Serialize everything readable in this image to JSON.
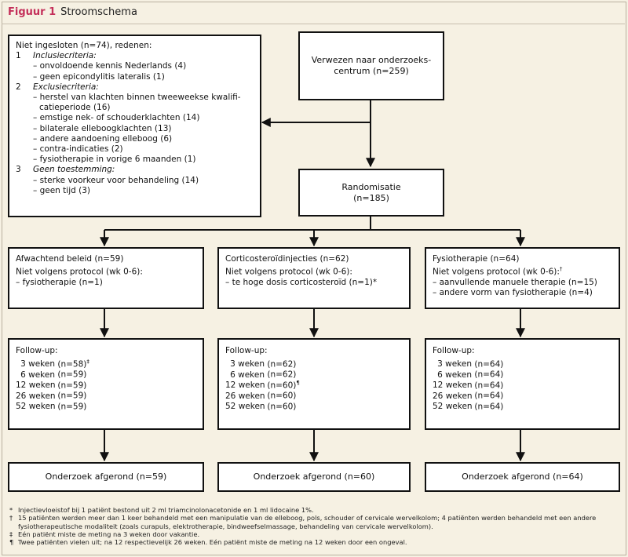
{
  "figure": {
    "label": "Figuur 1",
    "title": "Stroomschema"
  },
  "referral": {
    "text": "Verwezen naar onderzoeks-\ncentrum (n=259)"
  },
  "excluded": {
    "header": "Niet ingesloten (n=74), redenen:",
    "groups": [
      {
        "num": "1",
        "title": "Inclusiecriteria:",
        "items": [
          "– onvoldoende kennis Nederlands (4)",
          "– geen epicondylitis lateralis (1)"
        ]
      },
      {
        "num": "2",
        "title": "Exclusiecriteria:",
        "items": [
          "– herstel van klachten binnen tweeweekse kwalifi-",
          "   catieperiode (16)",
          "– emstige nek- of schouderklachten (14)",
          "– bilaterale elleboogklachten (13)",
          "– andere aandoening elleboog (6)",
          "– contra-indicaties (2)",
          "– fysiotherapie in vorige 6 maanden (1)"
        ]
      },
      {
        "num": "3",
        "title": "Geen toestemming:",
        "items": [
          "– sterke voorkeur voor behandeling (14)",
          "– geen tijd (3)"
        ]
      }
    ]
  },
  "randomisation": {
    "text": "Randomisatie\n(n=185)"
  },
  "arms": [
    {
      "name": "Afwachtend beleid (n=59)",
      "protocol": "Niet volgens protocol (wk 0-6):",
      "protocol_mark": "",
      "items": [
        "– fysiotherapie (n=1)"
      ]
    },
    {
      "name": "Corticosteroïdinjecties (n=62)",
      "protocol": "Niet volgens protocol (wk 0-6):",
      "protocol_mark": "",
      "items": [
        "– te hoge dosis corticosteroïd (n=1)*"
      ]
    },
    {
      "name": "Fysiotherapie (n=64)",
      "protocol": "Niet volgens protocol (wk 0-6):",
      "protocol_mark": "†",
      "items": [
        "– aanvullende manuele therapie (n=15)",
        "– andere vorm van fysiotherapie (n=4)"
      ]
    }
  ],
  "followup": {
    "header": "Follow-up:",
    "arms": [
      [
        {
          "wk": "3 weken",
          "n": "(n=58)",
          "mark": "‡"
        },
        {
          "wk": "6 weken",
          "n": "(n=59)",
          "mark": ""
        },
        {
          "wk": "12 weken",
          "n": "(n=59)",
          "mark": ""
        },
        {
          "wk": "26 weken",
          "n": "(n=59)",
          "mark": ""
        },
        {
          "wk": "52 weken",
          "n": "(n=59)",
          "mark": ""
        }
      ],
      [
        {
          "wk": "3 weken",
          "n": "(n=62)",
          "mark": ""
        },
        {
          "wk": "6 weken",
          "n": "(n=62)",
          "mark": ""
        },
        {
          "wk": "12 weken",
          "n": "(n=60)",
          "mark": "¶"
        },
        {
          "wk": "26 weken",
          "n": "(n=60)",
          "mark": ""
        },
        {
          "wk": "52 weken",
          "n": "(n=60)",
          "mark": ""
        }
      ],
      [
        {
          "wk": "3 weken",
          "n": "(n=64)",
          "mark": ""
        },
        {
          "wk": "6 weken",
          "n": "(n=64)",
          "mark": ""
        },
        {
          "wk": "12 weken",
          "n": "(n=64)",
          "mark": ""
        },
        {
          "wk": "26 weken",
          "n": "(n=64)",
          "mark": ""
        },
        {
          "wk": "52 weken",
          "n": "(n=64)",
          "mark": ""
        }
      ]
    ]
  },
  "completed": [
    "Onderzoek afgerond (n=59)",
    "Onderzoek afgerond (n=60)",
    "Onderzoek afgerond (n=64)"
  ],
  "footnotes": [
    {
      "sym": "*",
      "text": "Injectievloeistof bij 1 patiënt bestond uit 2 ml triamcinolonacetonide en 1 ml lidocaine 1%."
    },
    {
      "sym": "†",
      "text": "15 patiënten werden meer dan 1 keer behandeld met een manipulatie van de elleboog, pols, schouder of cervicale wervelkolom; 4 patiënten werden behandeld met een andere fysiotherapeutische modaliteit (zoals curapuls, elektrotherapie, bindweefselmassage, behandeling van cervicale wervelkolom)."
    },
    {
      "sym": "‡",
      "text": "Eén patiënt miste de meting na 3 weken door vakantie."
    },
    {
      "sym": "¶",
      "text": "Twee patiënten vielen uit; na 12 respectievelijk 26 weken. Eén patiënt miste de meting na 12 weken door een ongeval."
    }
  ]
}
